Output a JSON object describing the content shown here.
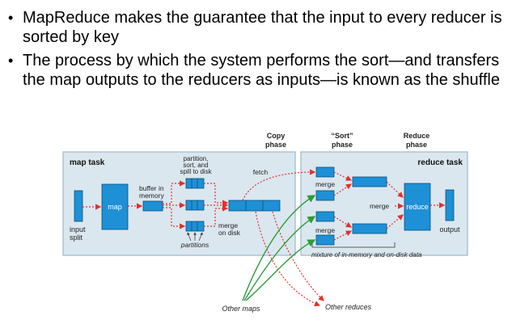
{
  "slide": {
    "bullets": [
      "MapReduce makes the guarantee that the input to every reducer is sorted by key",
      "The process by which the system performs the sort—and transfers the map outputs to the reducers as inputs—is known as the shuffle"
    ]
  },
  "diagram": {
    "phases": {
      "copy_1": "Copy",
      "copy_2": "phase",
      "sort_1": "“Sort”",
      "sort_2": "phase",
      "reduce_1": "Reduce",
      "reduce_2": "phase"
    },
    "map_task": {
      "title": "map task",
      "input_1": "input",
      "input_2": "split",
      "map": "map",
      "buffer_1": "buffer in",
      "buffer_2": "memory",
      "partition_1": "partition,",
      "partition_2": "sort, and",
      "partition_3": "spill to disk",
      "partitions": "partitions",
      "merge_1": "merge",
      "merge_2": "on disk",
      "fetch": "fetch"
    },
    "reduce_task": {
      "title": "reduce task",
      "merge_top": "merge",
      "merge_mid": "merge",
      "merge_bottom": "merge",
      "reduce": "reduce",
      "output": "output",
      "mixture": "mixture of in-memory and on-disk data"
    },
    "other_maps": "Other maps",
    "other_reduces": "Other reduces"
  },
  "colors": {
    "box_fill": "#1e90d6",
    "box_stroke": "#0a4f7a",
    "panel_fill": "#dbe7ef",
    "panel_stroke": "#9db7c8",
    "red_arrow": "#e0312b",
    "green_arrow": "#2e9b3a",
    "bullet_text": "#000000"
  }
}
